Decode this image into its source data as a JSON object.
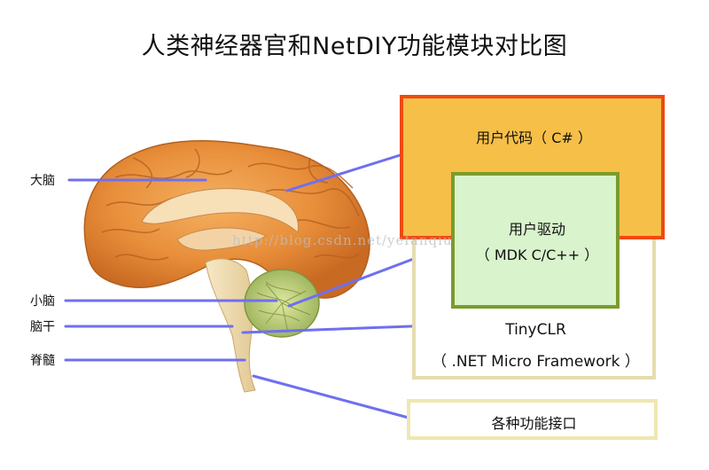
{
  "title": "人类神经器官和NetDIY功能模块对比图",
  "brain_labels": {
    "cerebrum": "大脑",
    "cerebellum": "小脑",
    "brainstem": "脑干",
    "spinal_cord": "脊髓"
  },
  "modules": {
    "user_code": "用户代码（ C# ）",
    "user_driver_line1": "用户驱动",
    "user_driver_line2": "（ MDK C/C++ ）",
    "tinyclr_line1": "TinyCLR",
    "tinyclr_line2": "（ .NET Micro Framework ）",
    "interfaces": "各种功能接口"
  },
  "watermark": "http://blog.csdn.net/yefanqiu",
  "colors": {
    "line": "#6f6ff0",
    "user_code_fill": "#f6bf48",
    "user_code_border": "#ee4a12",
    "driver_fill": "#d9f3cc",
    "driver_border": "#7a9b2e",
    "tinyclr_border": "#e6dcae",
    "interfaces_border": "#efe7b0"
  }
}
